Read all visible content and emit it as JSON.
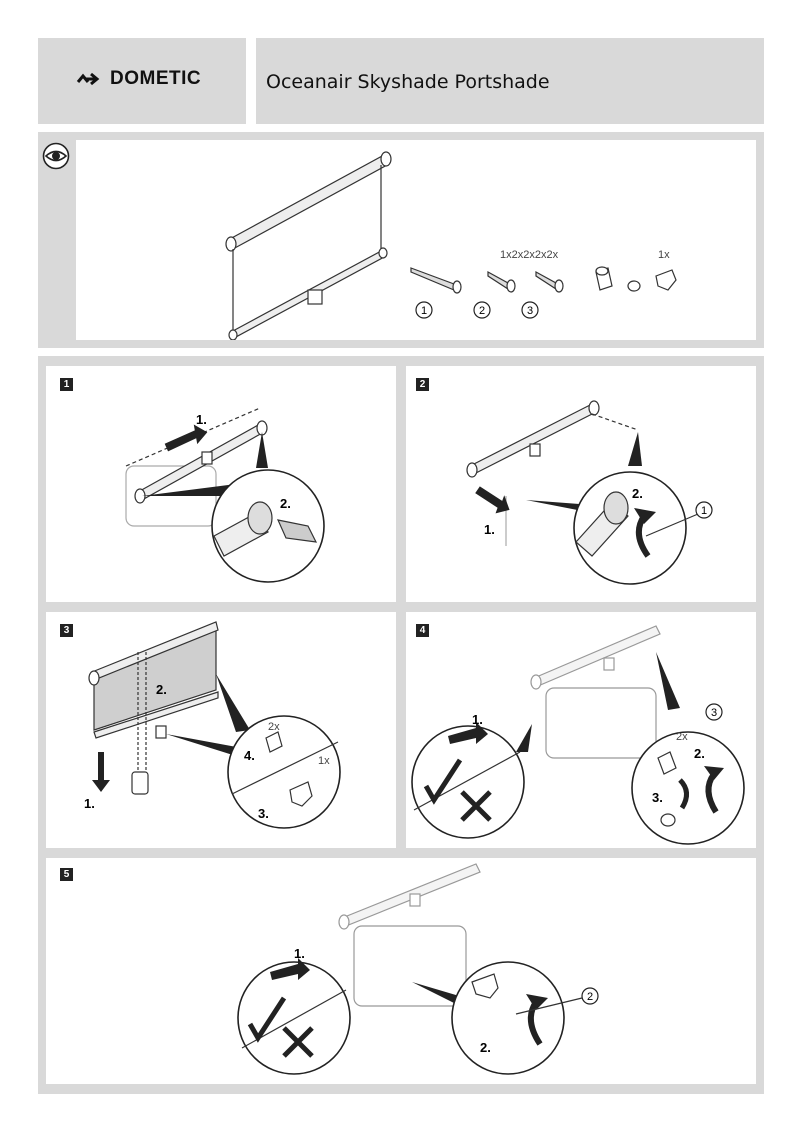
{
  "header": {
    "brand": "DOMETIC",
    "title": "Oceanair Skyshade Portshade"
  },
  "overview": {
    "icon": "eye-icon",
    "quantity_screws": "1x2x2x2x2x",
    "quantity_bracket": "1x",
    "part_numbers": [
      "1",
      "2",
      "3"
    ]
  },
  "steps": [
    {
      "number": "1",
      "labels": [
        "1.",
        "2."
      ]
    },
    {
      "number": "2",
      "labels": [
        "2.",
        "1."
      ],
      "part": "1"
    },
    {
      "number": "3",
      "labels": [
        "2.",
        "1.",
        "2x",
        "4.",
        "1x",
        "3."
      ]
    },
    {
      "number": "4",
      "labels": [
        "1.",
        "3",
        "2x",
        "2.",
        "3."
      ]
    },
    {
      "number": "5",
      "labels": [
        "1.",
        "2",
        "2."
      ]
    }
  ]
}
